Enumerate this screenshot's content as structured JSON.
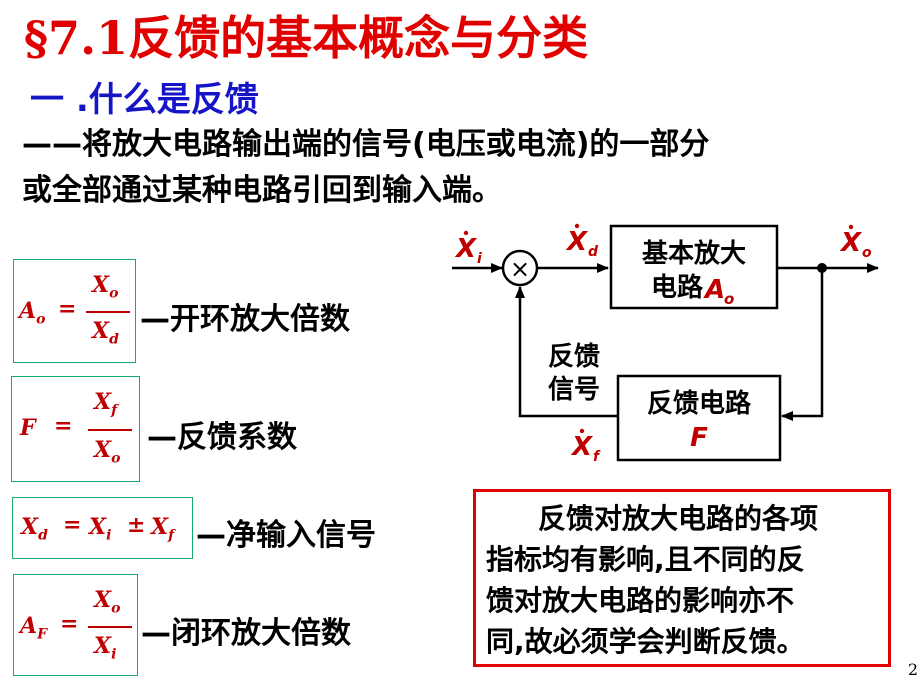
{
  "title": "§7.1反馈的基本概念与分类",
  "subtitle": "一 .什么是反馈",
  "definition": {
    "line1": "——将放大电路输出端的信号(电压或电流)的一部分",
    "line2": "或全部通过某种电路引回到输入端。"
  },
  "formulas": [
    {
      "lhs": "A",
      "lhs_sub": "o",
      "num": "X",
      "num_sub": "o",
      "den": "X",
      "den_sub": "d",
      "desc": "—开环放大倍数"
    },
    {
      "lhs": "F",
      "lhs_sub": "",
      "num": "X",
      "num_sub": "f",
      "den": "X",
      "den_sub": "o",
      "desc": "—反馈系数"
    },
    {
      "lhs": "X",
      "lhs_sub": "d",
      "t1": "X",
      "t1_sub": "i",
      "op": "±",
      "t2": "X",
      "t2_sub": "f",
      "desc": "—净输入信号"
    },
    {
      "lhs": "A",
      "lhs_sub": "F",
      "num": "X",
      "num_sub": "o",
      "den": "X",
      "den_sub": "i",
      "desc": "—闭环放大倍数"
    }
  ],
  "diagram": {
    "input_label": "X",
    "input_sub": "i",
    "net_label": "X",
    "net_sub": "d",
    "output_label": "X",
    "output_sub": "o",
    "feedback_label": "X",
    "feedback_sub": "f",
    "amp_line1": "基本放大",
    "amp_line2": "电路",
    "amp_symbol": "A",
    "amp_symbol_sub": "o",
    "fb_line1": "反馈电路",
    "fb_symbol": "F",
    "fb_signal_line1": "反馈",
    "fb_signal_line2": "信号",
    "sum_symbol": "×"
  },
  "note": {
    "line1": "反馈对放大电路的各项",
    "line2": "指标均有影响,且不同的反",
    "line3": "馈对放大电路的影响亦不",
    "line4": "同,故必须学会判断反馈。"
  },
  "page_number": "2",
  "colors": {
    "title": "#e00000",
    "subtitle": "#1515c8",
    "formula": "#c00000",
    "formula_border": "#18a868",
    "note_border": "#e00000"
  }
}
